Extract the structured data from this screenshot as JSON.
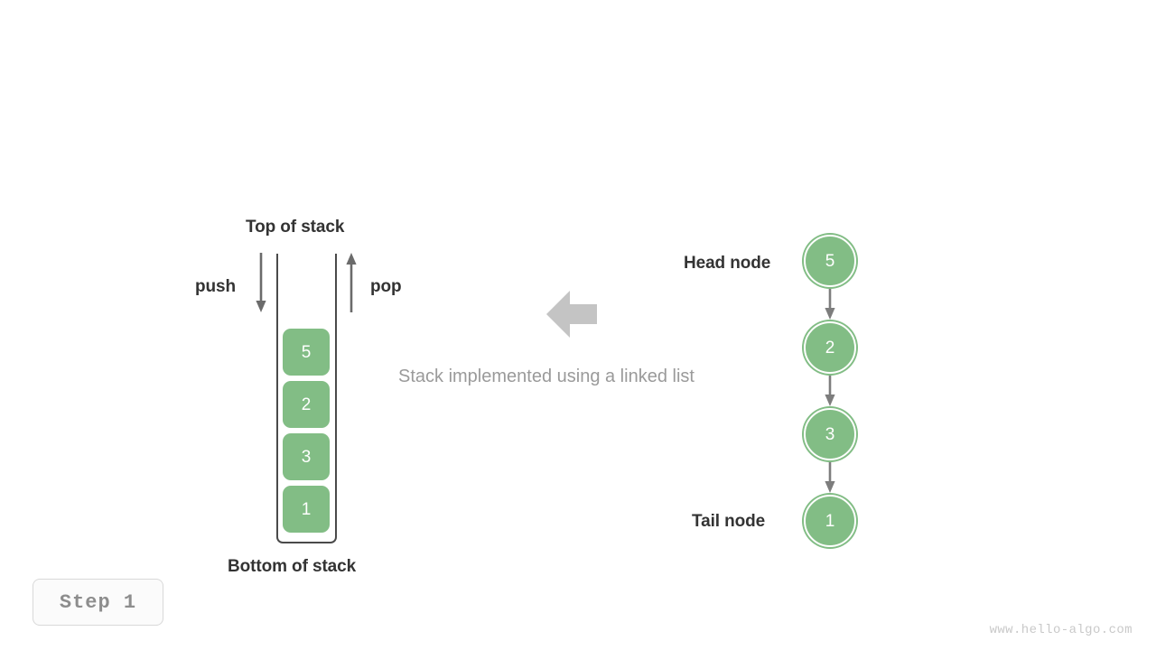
{
  "diagram": {
    "caption": "Stack implemented using a linked list",
    "step_badge": "Step 1",
    "watermark": "www.hello-algo.com",
    "colors": {
      "node_green": "#82bd85",
      "text_dark": "#333333",
      "caption_gray": "#9a9a9a",
      "arrow_gray": "#6b6b6b",
      "block_arrow_gray": "#c4c4c4",
      "container_stroke": "#4a4a4a",
      "badge_text": "#8d8d8d"
    }
  },
  "stack": {
    "top_label": "Top of stack",
    "bottom_label": "Bottom of stack",
    "push_label": "push",
    "pop_label": "pop",
    "items": [
      {
        "value": "5"
      },
      {
        "value": "2"
      },
      {
        "value": "3"
      },
      {
        "value": "1"
      }
    ]
  },
  "linked_list": {
    "head_label": "Head node",
    "tail_label": "Tail node",
    "nodes": [
      {
        "value": "5"
      },
      {
        "value": "2"
      },
      {
        "value": "3"
      },
      {
        "value": "1"
      }
    ]
  }
}
